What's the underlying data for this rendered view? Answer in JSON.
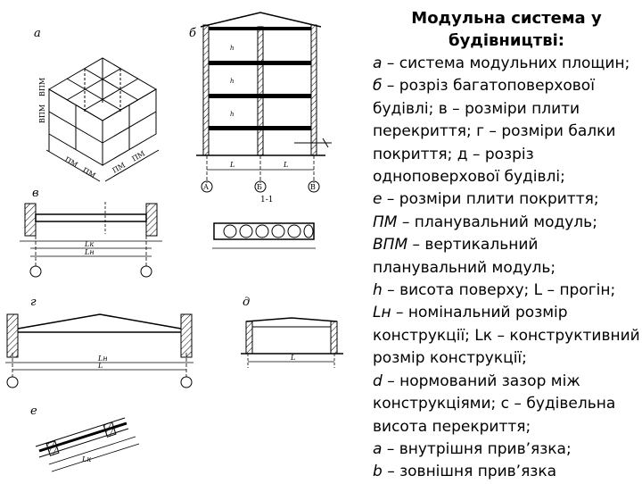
{
  "title_line1": "Модульна система у",
  "title_line2": "будівництві:",
  "legend": [
    {
      "sym": "а",
      "text": " – система модульних площин;"
    },
    {
      "sym": "б",
      "text": " – розріз багатоповерхової"
    },
    {
      "sym": "",
      "text": "будівлі; в – розміри плити"
    },
    {
      "sym": "",
      "text": "перекриття; г – розміри балки"
    },
    {
      "sym": "",
      "text": "покриття; д – розріз"
    },
    {
      "sym": "",
      "text": "одноповерхової будівлі;"
    },
    {
      "sym": "е",
      "text": " – розміри плити покриття;"
    },
    {
      "sym": "ПМ",
      "text": " – планувальний модуль;"
    },
    {
      "sym": "ВПМ",
      "text": " – вертикальний"
    },
    {
      "sym": "",
      "text": "планувальний  модуль;"
    },
    {
      "sym": "h",
      "text": " – висота поверху;  L – прогін;"
    },
    {
      "sym": "Lн",
      "text": " – номінальний   розмір"
    },
    {
      "sym": "",
      "text": "конструкції; Lк – конструктивний"
    },
    {
      "sym": "",
      "text": "розмір конструкції;"
    },
    {
      "sym": "d",
      "text": " – нормований зазор між"
    },
    {
      "sym": "",
      "text": "конструкціями; c – будівельна"
    },
    {
      "sym": "",
      "text": "висота перекриття;"
    },
    {
      "sym": "a",
      "text": " – внутрішня прив’язка;"
    },
    {
      "sym": "b",
      "text": " – зовнішня прив’язка"
    }
  ],
  "figure": {
    "labels": {
      "a": "а",
      "b": "б",
      "v": "в",
      "g": "г",
      "d": "д",
      "e": "е",
      "section": "1-1"
    },
    "axes": {
      "a": "А",
      "b": "Б",
      "v": "В"
    },
    "dims": {
      "L": "L",
      "h": "h",
      "Lk": "Lк",
      "Ln": "Lн",
      "pm": "ПМ",
      "vpm": "ВПМ"
    }
  }
}
